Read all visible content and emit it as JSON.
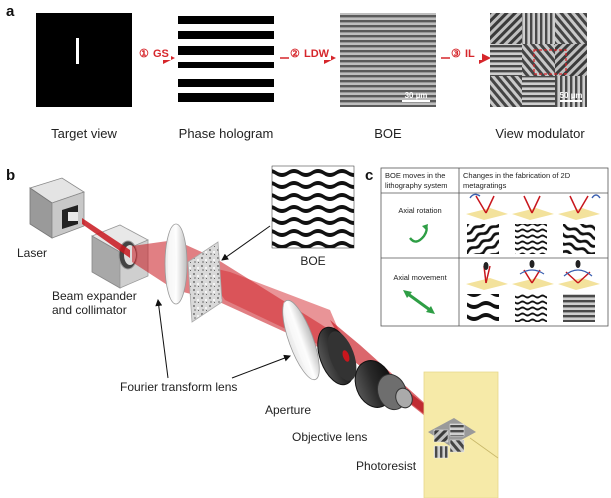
{
  "panel_a": {
    "letter": "a",
    "captions": [
      "Target view",
      "Phase hologram",
      "BOE",
      "View modulator"
    ],
    "steps": [
      {
        "num": "①",
        "label": "GS"
      },
      {
        "num": "②",
        "label": "LDW"
      },
      {
        "num": "③",
        "label": "IL"
      }
    ],
    "scalebars": [
      "30 µm",
      "50 µm"
    ]
  },
  "panel_b": {
    "letter": "b",
    "labels": {
      "laser": "Laser",
      "beam_expander_1": "Beam expander",
      "beam_expander_2": "and collimator",
      "fourier_lens": "Fourier transform lens",
      "aperture": "Aperture",
      "objective": "Objective lens",
      "photoresist": "Photoresist",
      "boe": "BOE"
    }
  },
  "panel_c": {
    "letter": "c",
    "header_left_1": "BOE moves in the",
    "header_left_2": "lithography system",
    "header_right_1": "Changes in the fabrication of 2D",
    "header_right_2": "metagratings",
    "rows": [
      {
        "label": "Axial rotation"
      },
      {
        "label": "Axial movement"
      }
    ]
  },
  "colors": {
    "arrow_red": "#d6262b",
    "beam_red": "#c8161d",
    "photoresist": "#f6eaa8",
    "green_arrow": "#2e9e45"
  }
}
